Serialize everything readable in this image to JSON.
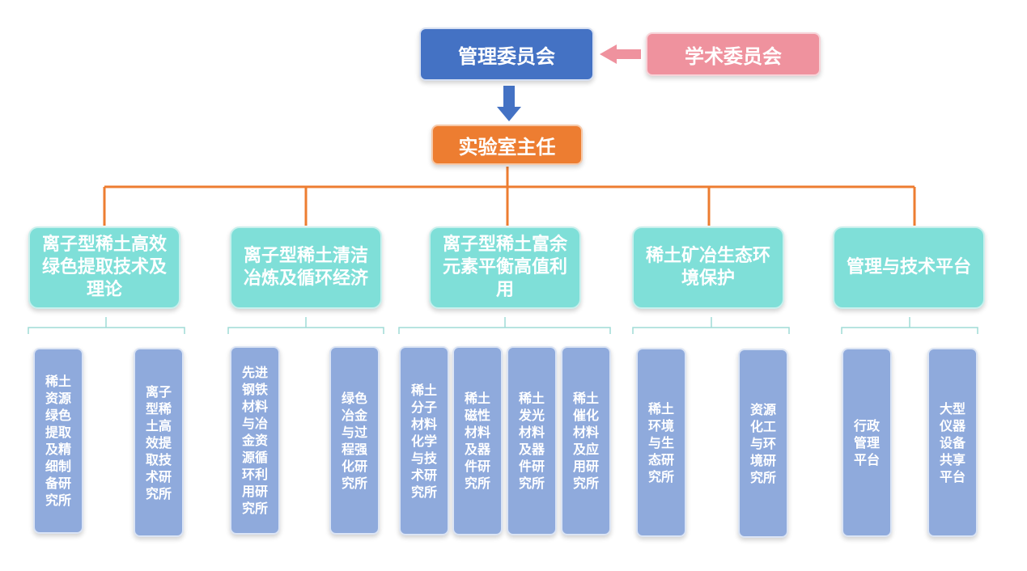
{
  "top": {
    "management": "管理委员会",
    "academic": "学术委员会",
    "director": "实验室主任"
  },
  "categories": [
    {
      "label": "离子型稀土高效绿色提取技术及理论",
      "children": [
        "稀土资源绿色提取及精细制备研究所",
        "离子型稀土高效提取技术研究所"
      ]
    },
    {
      "label": "离子型稀土清洁冶炼及循环经济",
      "children": [
        "先进钢铁材料与冶金资源循环利用研究所",
        "绿色冶金与过程强化研究所"
      ]
    },
    {
      "label": "离子型稀土富余元素平衡高值利用",
      "children": [
        "稀土分子材料化学与技术研究所",
        "稀土磁性材料及器件研究所",
        "稀土发光材料及器件研究所",
        "稀土催化材料及应用研究所"
      ]
    },
    {
      "label": "稀土矿冶生态环境保护",
      "children": [
        "稀土环境与生态研究所",
        "资源化工与环境研究所"
      ]
    },
    {
      "label": "管理与技术平台",
      "children": [
        "行政管理平台",
        "大型仪器设备共享平台"
      ]
    }
  ],
  "colors": {
    "management": "#4472c4",
    "academic": "#ef929e",
    "director": "#ed7d31",
    "category": "#7fdfd8",
    "leaf": "#8faadc",
    "connector": "#ed7d31",
    "bracket": "#9fdcd6"
  }
}
